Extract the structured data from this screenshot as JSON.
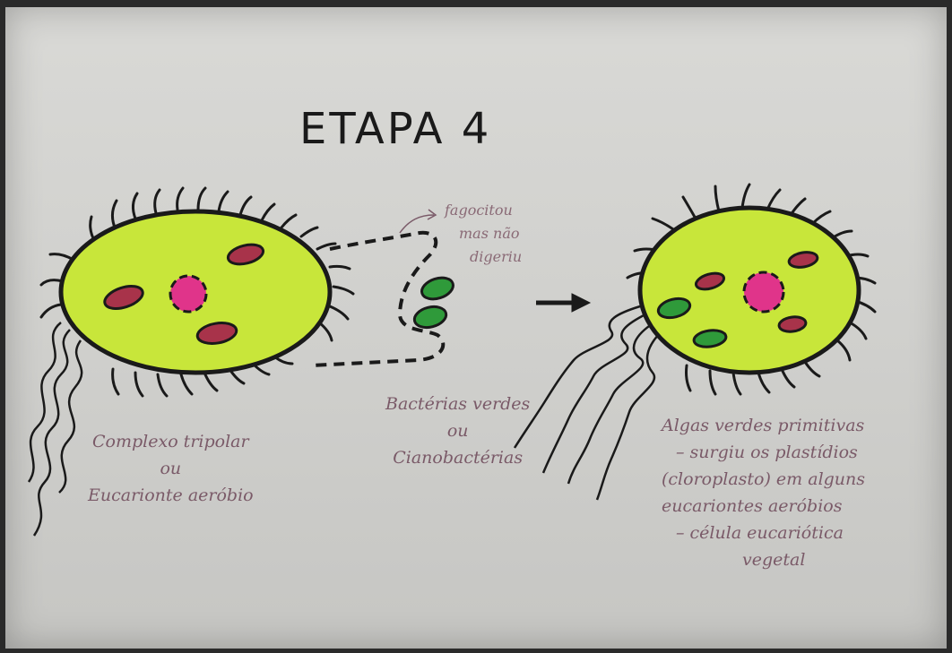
{
  "title": "ETAPA 4",
  "note": {
    "lines": [
      "fagocitou",
      "mas não",
      "digeriu"
    ]
  },
  "left_cell": {
    "label_lines": [
      "Complexo tripolar",
      "ou",
      "Eucarionte aeróbio"
    ]
  },
  "middle": {
    "label_lines": [
      "Bactérias verdes",
      "ou",
      "Cianobactérias"
    ]
  },
  "right_cell": {
    "label_lines": [
      "Algas verdes primitivas",
      "– surgiu os plastídios",
      "(cloroplasto) em alguns",
      "eucariontes aeróbios",
      "– célula eucariótica",
      "vegetal"
    ]
  },
  "colors": {
    "cell_fill": "#c8e63a",
    "nucleus": "#e0348a",
    "mitochondria": "#a8334a",
    "chloroplast": "#2f9a3a",
    "ink": "#1a1a1a",
    "handwriting": "#7a5a68"
  }
}
